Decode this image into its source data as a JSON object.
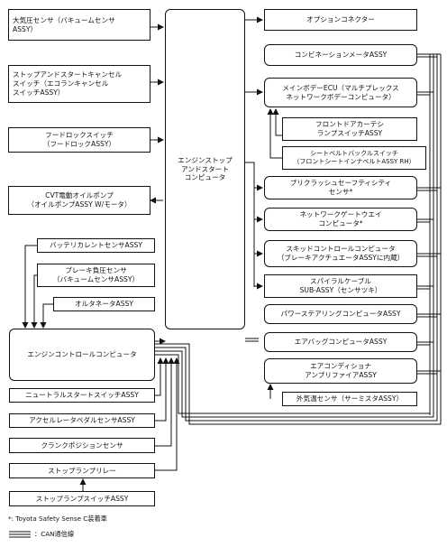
{
  "center": {
    "label": "エンジンストップ\nアンドスタート\nコンピュータ"
  },
  "inputs": [
    {
      "id": "atm",
      "label": "大気圧センサ（バキュームセンサ\nASSY）"
    },
    {
      "id": "cancel",
      "label": "ストップアンドスタートキャンセル\nスイッチ（エコランキャンセル\nスイッチASSY）"
    },
    {
      "id": "hood",
      "label": "フードロックスイッチ\n（フードロックASSY）"
    },
    {
      "id": "cvt",
      "label": "CVT電動オイルポンプ\n（オイルポンプASSY W/モータ）"
    }
  ],
  "right": [
    {
      "id": "option",
      "label": "オプションコネクター"
    },
    {
      "id": "meter",
      "label": "コンビネーションメータASSY"
    },
    {
      "id": "body",
      "label": "メインボデーECU（マルチプレックス\nネットワークボデーコンピュータ）"
    },
    {
      "id": "door",
      "label": "フロントドアカーテシ\nランプスイッチASSY"
    },
    {
      "id": "belt",
      "label": "シートベルトバックルスイッチ\n（フロントシートインナベルトASSY RH）"
    },
    {
      "id": "precrash",
      "label": "プリクラッシュセーフティシティ\nセンサ*"
    },
    {
      "id": "gateway",
      "label": "ネットワークゲートウエイ\nコンピュータ*"
    },
    {
      "id": "skid",
      "label": "スキッドコントロールコンピュータ\n（ブレーキアクチュエータASSYに内蔵）"
    },
    {
      "id": "spiral",
      "label": "スパイラルケーブル\nSUB-ASSY（センサツキ）"
    },
    {
      "id": "eps",
      "label": "パワーステアリングコンピュータASSY"
    },
    {
      "id": "airbag",
      "label": "エアバッグコンピュータASSY"
    },
    {
      "id": "ac",
      "label": "エアコンディショナ\nアンプリファイアASSY"
    },
    {
      "id": "ambient",
      "label": "外気温センサ（サーミスタASSY）"
    }
  ],
  "engine_side": [
    {
      "id": "battery",
      "label": "バッテリカレントセンサASSY"
    },
    {
      "id": "brake",
      "label": "ブレーキ負圧センサ\n（バキュームセンサASSY）"
    },
    {
      "id": "alt",
      "label": "オルタネータASSY"
    },
    {
      "id": "ecm",
      "label": "エンジンコントロールコンピュータ"
    },
    {
      "id": "neutral",
      "label": "ニュートラルスタートスイッチASSY"
    },
    {
      "id": "accel",
      "label": "アクセルレータペダルセンサASSY"
    },
    {
      "id": "crank",
      "label": "クランクポジションセンサ"
    },
    {
      "id": "relay",
      "label": "ストップランプリレー"
    },
    {
      "id": "stopsw",
      "label": "ストップランプスイッチASSY"
    }
  ],
  "notes": {
    "asterisk": "*: Toyota Safety Sense C装着車",
    "can": "：CAN通信線"
  }
}
